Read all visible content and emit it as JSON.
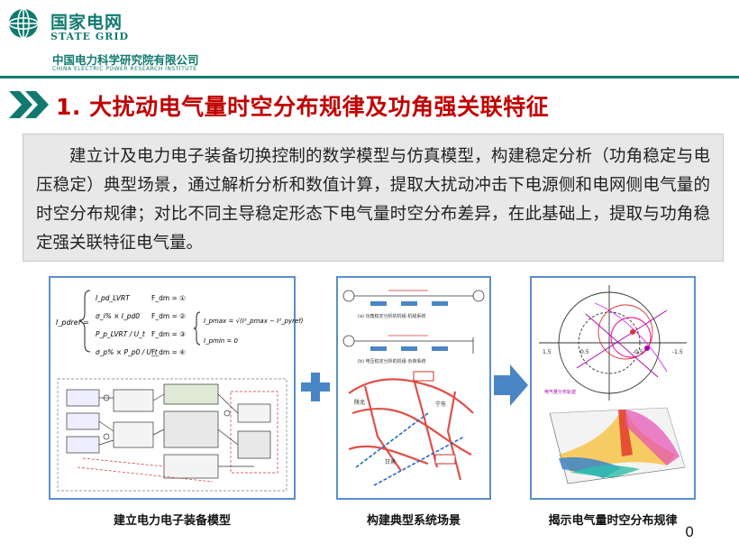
{
  "header": {
    "brand_cn": "国家电网",
    "brand_en": "STATE GRID",
    "institute_cn": "中国电力科学研究院有限公司",
    "institute_en": "CHINA ELECTRIC POWER RESEARCH INSTITUTE"
  },
  "title": "1. 大扰动电气量时空分布规律及功角强关联特征",
  "paragraph": "建立计及电力电子装备切换控制的数学模型与仿真模型，构建稳定分析（功角稳定与电压稳定）典型场景，通过解析分析和数值计算，提取大扰动冲击下电源侧和电网侧电气量的时空分布规律；对比不同主导稳定形态下电气量时空分布差异，在此基础上，提取与功角稳定强关联特征电气量。",
  "panels": [
    {
      "caption": "建立电力电子装备模型",
      "equation": {
        "lhs": "I_pdref =",
        "cases": [
          {
            "expr": "I_pd_LVRT",
            "cond": "F_dm = ①"
          },
          {
            "expr": "σ_i% × I_pd0",
            "cond": "F_dm = ②"
          },
          {
            "expr": "P_p_LVRT / U_t",
            "cond": "F_dm = ③"
          },
          {
            "expr": "σ_p% × P_p0 / U_t",
            "cond": "F_dm = ④"
          }
        ],
        "rhs1": "I_pmax = √(I²_pmax − I²_pyref)",
        "rhs2": "I_pmin = 0"
      }
    },
    {
      "caption": "构建典型系统场景",
      "diagram_a_label": "(a) 功角稳定分析的机组-机组系统",
      "diagram_b_label": "(b) 电压稳定分析的机组-负荷系统",
      "map_labels": [
        "陕北",
        "宁东",
        "甘肃"
      ]
    },
    {
      "caption": "揭示电气量时空分布规律",
      "plot_labels": [
        "1.5",
        "-1.5",
        "0.5",
        "-0.5"
      ],
      "plot_note": "电气量分布轨迹"
    }
  ],
  "page_number": "0",
  "colors": {
    "brand": "#117a6e",
    "title": "#c00000",
    "panel_border": "#5b8fc9",
    "connector": "#4a86c5"
  }
}
